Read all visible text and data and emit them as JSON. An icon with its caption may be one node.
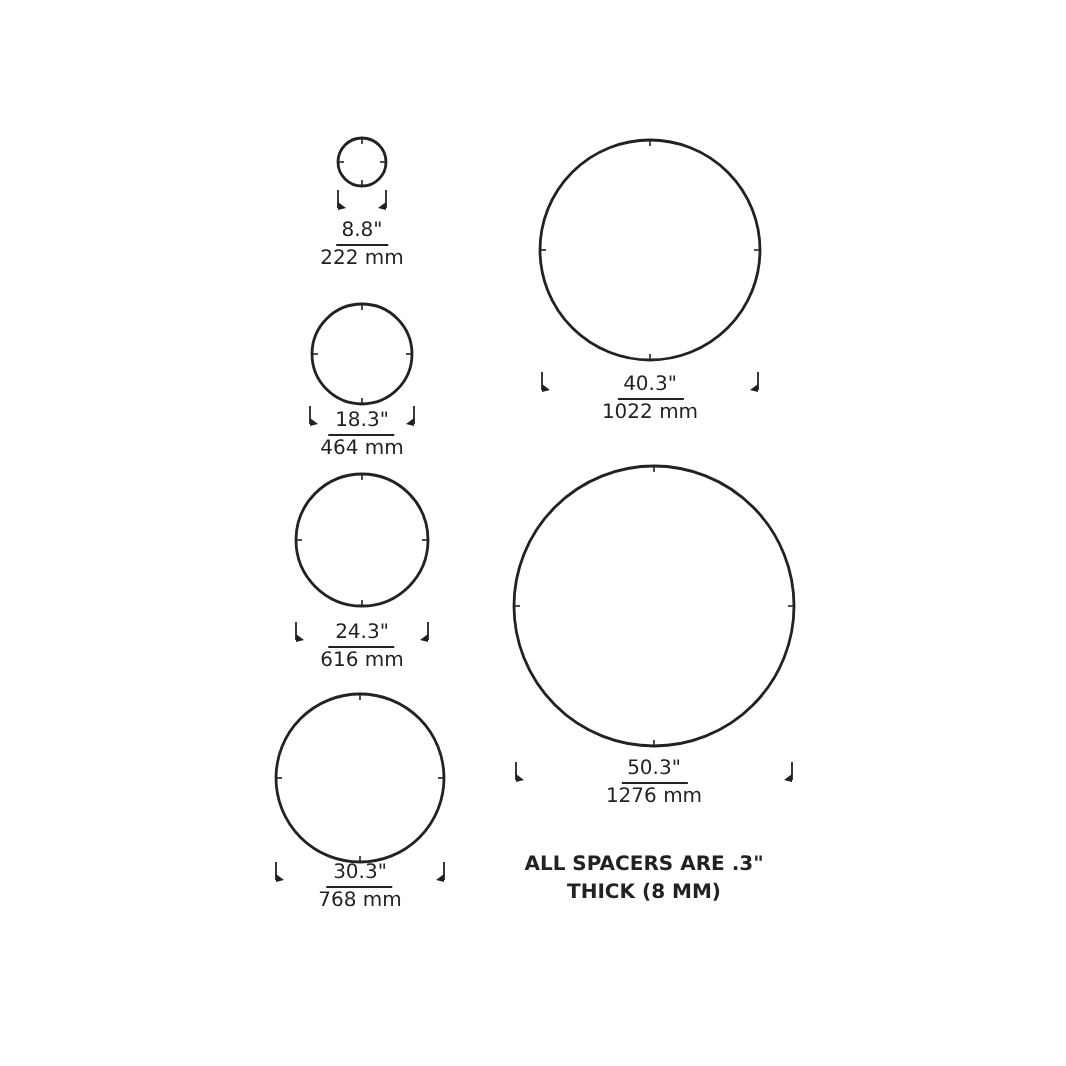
{
  "diagram": {
    "nodes": [
      {
        "text": [],
        "shape": "circle",
        "beside": [
          "8.8\"",
          "222 mm"
        ]
      },
      {
        "text": [],
        "shape": "circle",
        "beside": [
          "18.3\"",
          "464 mm"
        ]
      },
      {
        "text": [],
        "shape": "circle",
        "beside": [
          "24.3\"",
          "616 mm"
        ]
      },
      {
        "text": [],
        "shape": "circle",
        "beside": [
          "30.3\"",
          "768 mm"
        ]
      },
      {
        "text": [],
        "shape": "circle",
        "beside": [
          "40.3\"",
          "1022 mm"
        ]
      },
      {
        "text": [],
        "shape": "circle",
        "beside": [
          "50.3\"",
          "1276 mm"
        ]
      }
    ],
    "labels": [
      "ALL SPACERS ARE .3\" THICK (8 MM)"
    ]
  }
}
